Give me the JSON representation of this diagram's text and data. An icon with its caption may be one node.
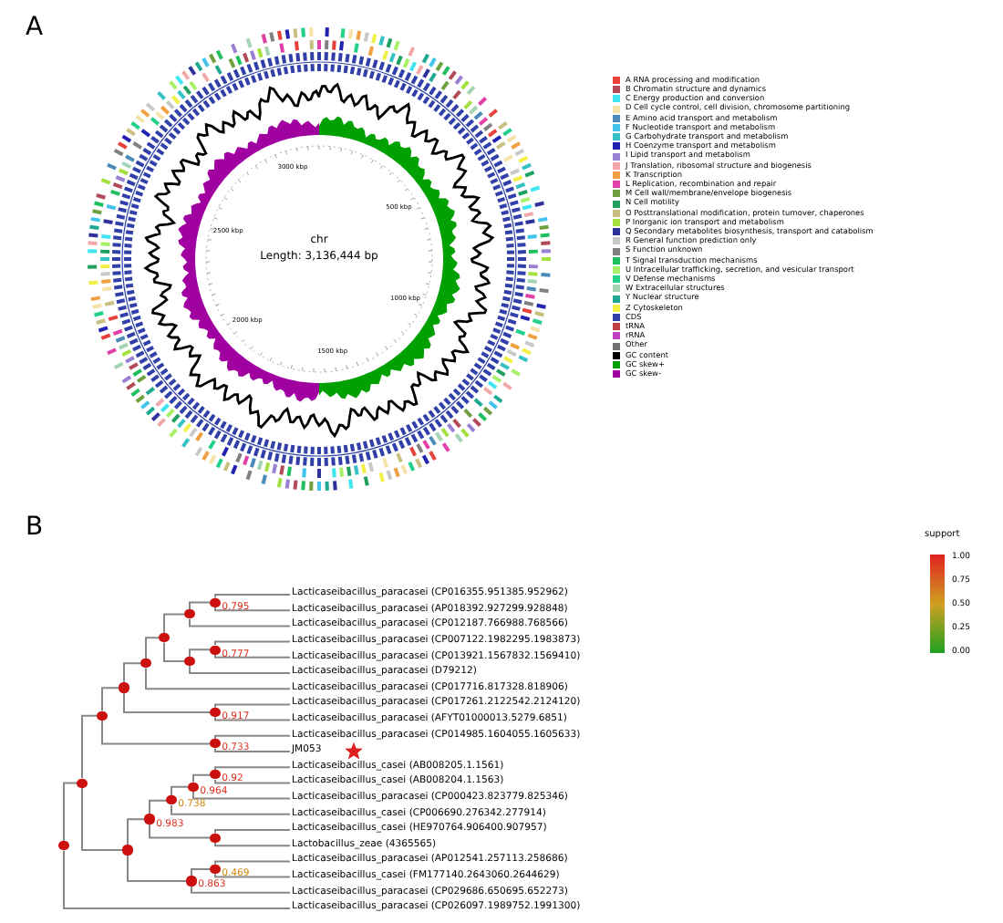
{
  "diagram": {
    "nodes": [
      {
        "text": [
          "Lacticaseibacillus_paracasei (CP016355.951385.952962)"
        ]
      },
      {
        "text": [
          "Lacticaseibacillus_paracasei (AP018392.927299.928848)"
        ]
      },
      {
        "text": [
          "Lacticaseibacillus_paracasei (CP012187.766988.768566)"
        ]
      },
      {
        "text": [
          "Lacticaseibacillus_paracasei (CP007122.1982295.1983873)"
        ]
      },
      {
        "text": [
          "Lacticaseibacillus_paracasei (CP013921.1567832.1569410)"
        ]
      },
      {
        "text": [
          "Lacticaseibacillus_paracasei (D79212)"
        ]
      },
      {
        "text": [
          "Lacticaseibacillus_paracasei (CP017716.817328.818906)"
        ]
      },
      {
        "text": [
          "Lacticaseibacillus_paracasei (CP017261.2122542.2124120)"
        ]
      },
      {
        "text": [
          "Lacticaseibacillus_paracasei (AFYT01000013.5279.6851)"
        ]
      },
      {
        "text": [
          "Lacticaseibacillus_paracasei (CP014985.1604055.1605633)"
        ]
      },
      {
        "text": [
          "JM053"
        ]
      },
      {
        "text": [
          "Lacticaseibacillus_casei (AB008205.1.1561)"
        ]
      },
      {
        "text": [
          "Lacticaseibacillus_casei (AB008204.1.1563)"
        ]
      },
      {
        "text": [
          "Lacticaseibacillus_paracasei (CP000423.823779.825346)"
        ]
      },
      {
        "text": [
          "Lacticaseibacillus_casei (CP006690.276342.277914)"
        ]
      },
      {
        "text": [
          "Lacticaseibacillus_casei (HE970764.906400.907957)"
        ]
      },
      {
        "text": [
          "Lactobacillus_zeae (4365565)"
        ]
      },
      {
        "text": [
          "Lacticaseibacillus_paracasei (AP012541.257113.258686)"
        ]
      },
      {
        "text": [
          "Lacticaseibacillus_casei (FM177140.2643060.2644629)"
        ]
      },
      {
        "text": [
          "Lacticaseibacillus_paracasei (CP029686.650695.652273)"
        ]
      },
      {
        "text": [
          "Lacticaseibacillus_paracasei (CP026097.1989752.1991300)"
        ]
      },
      {
        "text": [],
        "shape": "circle",
        "beside": [
          "0.795"
        ]
      },
      {
        "text": [],
        "shape": "circle"
      },
      {
        "text": [],
        "shape": "circle",
        "beside": [
          "0.777"
        ]
      },
      {
        "text": [],
        "shape": "circle"
      },
      {
        "text": [],
        "shape": "circle"
      },
      {
        "text": [],
        "shape": "circle"
      },
      {
        "text": [],
        "shape": "circle",
        "beside": [
          "0.917"
        ]
      },
      {
        "text": [],
        "shape": "circle"
      },
      {
        "text": [],
        "shape": "circle",
        "beside": [
          "0.733"
        ]
      },
      {
        "text": [],
        "shape": "circle"
      },
      {
        "text": [],
        "shape": "circle",
        "beside": [
          "0.92"
        ]
      },
      {
        "text": [],
        "shape": "circle",
        "beside": [
          "0.964"
        ]
      },
      {
        "text": [],
        "shape": "circle",
        "beside": [
          "0.738"
        ]
      },
      {
        "text": [],
        "shape": "circle"
      },
      {
        "text": [],
        "shape": "circle",
        "beside": [
          "0.983"
        ]
      },
      {
        "text": [],
        "shape": "circle",
        "beside": [
          "0.469"
        ]
      },
      {
        "text": [],
        "shape": "circle",
        "beside": [
          "0.863"
        ]
      },
      {
        "text": [],
        "shape": "circle"
      },
      {
        "text": [],
        "shape": "circle"
      },
      {
        "text": [],
        "shape": "circle"
      }
    ],
    "edges": [
      {
        "from": 21,
        "to": 0,
        "arrow": "none"
      },
      {
        "from": 21,
        "to": 1,
        "arrow": "none"
      },
      {
        "from": 22,
        "to": 21,
        "arrow": "none"
      },
      {
        "from": 22,
        "to": 2,
        "arrow": "none"
      },
      {
        "from": 23,
        "to": 3,
        "arrow": "none"
      },
      {
        "from": 23,
        "to": 4,
        "arrow": "none"
      },
      {
        "from": 24,
        "to": 23,
        "arrow": "none"
      },
      {
        "from": 24,
        "to": 5,
        "arrow": "none"
      },
      {
        "from": 25,
        "to": 22,
        "arrow": "none"
      },
      {
        "from": 25,
        "to": 24,
        "arrow": "none"
      },
      {
        "from": 26,
        "to": 25,
        "arrow": "none"
      },
      {
        "from": 26,
        "to": 6,
        "arrow": "none"
      },
      {
        "from": 27,
        "to": 7,
        "arrow": "none"
      },
      {
        "from": 27,
        "to": 8,
        "arrow": "none"
      },
      {
        "from": 28,
        "to": 26,
        "arrow": "none"
      },
      {
        "from": 28,
        "to": 27,
        "arrow": "none"
      },
      {
        "from": 29,
        "to": 9,
        "arrow": "none"
      },
      {
        "from": 29,
        "to": 10,
        "arrow": "none"
      },
      {
        "from": 30,
        "to": 28,
        "arrow": "none"
      },
      {
        "from": 30,
        "to": 29,
        "arrow": "none"
      },
      {
        "from": 31,
        "to": 11,
        "arrow": "none"
      },
      {
        "from": 31,
        "to": 12,
        "arrow": "none"
      },
      {
        "from": 32,
        "to": 31,
        "arrow": "none"
      },
      {
        "from": 32,
        "to": 13,
        "arrow": "none"
      },
      {
        "from": 33,
        "to": 32,
        "arrow": "none"
      },
      {
        "from": 33,
        "to": 14,
        "arrow": "none"
      },
      {
        "from": 34,
        "to": 15,
        "arrow": "none"
      },
      {
        "from": 34,
        "to": 16,
        "arrow": "none"
      },
      {
        "from": 35,
        "to": 33,
        "arrow": "none"
      },
      {
        "from": 35,
        "to": 34,
        "arrow": "none"
      },
      {
        "from": 36,
        "to": 17,
        "arrow": "none"
      },
      {
        "from": 36,
        "to": 18,
        "arrow": "none"
      },
      {
        "from": 37,
        "to": 36,
        "arrow": "none"
      },
      {
        "from": 37,
        "to": 19,
        "arrow": "none"
      },
      {
        "from": 38,
        "to": 35,
        "arrow": "none"
      },
      {
        "from": 38,
        "to": 37,
        "arrow": "none"
      },
      {
        "from": 39,
        "to": 30,
        "arrow": "none"
      },
      {
        "from": 39,
        "to": 38,
        "arrow": "none"
      },
      {
        "from": 40,
        "to": 39,
        "arrow": "none"
      },
      {
        "from": 40,
        "to": 20,
        "arrow": "none"
      }
    ],
    "labels": [
      "A",
      "chr",
      "Length: 3,136,444 bp",
      "500 kbp",
      "1000 kbp",
      "1500 kbp",
      "2000 kbp",
      "2500 kbp",
      "3000 kbp",
      "B",
      "support",
      "1.00",
      "0.75",
      "0.50",
      "0.25",
      "0.00"
    ],
    "legend": [
      {
        "text": "A RNA processing and modification",
        "color": "#e8413c"
      },
      {
        "text": "B Chromatin structure and dynamics",
        "color": "#b34a5a"
      },
      {
        "text": "C Energy production and conversion",
        "color": "#3ee6f2"
      },
      {
        "text": "D Cell cycle control, cell division, chromosome partitioning",
        "color": "#f5e2a8"
      },
      {
        "text": "E Amino acid transport and metabolism",
        "color": "#4a8ab8"
      },
      {
        "text": "F Nucleotide transport and metabolism",
        "color": "#40c4ec"
      },
      {
        "text": "G Carbohydrate transport and metabolism",
        "color": "#36c2c4"
      },
      {
        "text": "H Coenzyme transport and metabolism",
        "color": "#2222b0"
      },
      {
        "text": "I Lipid transport and metabolism",
        "color": "#9a80d4"
      },
      {
        "text": "J Translation, ribosomal structure and biogenesis",
        "color": "#f2a8a8"
      },
      {
        "text": "K Transcription",
        "color": "#f0a040"
      },
      {
        "text": "L Replication, recombination and repair",
        "color": "#e040a8"
      },
      {
        "text": "M Cell wall/membrane/envelope biogenesis",
        "color": "#6fa040"
      },
      {
        "text": "N Cell motility",
        "color": "#20a060"
      },
      {
        "text": "O Posttranslational modification, protein turnover, chaperones",
        "color": "#c8c080"
      },
      {
        "text": "P Inorganic ion transport and metabolism",
        "color": "#a4e040"
      },
      {
        "text": "Q Secondary metabolites biosynthesis, transport and catabolism",
        "color": "#30309c"
      },
      {
        "text": "R General function prediction only",
        "color": "#c8c8c8"
      },
      {
        "text": "S Function unknown",
        "color": "#808080"
      },
      {
        "text": "T Signal transduction mechanisms",
        "color": "#20c060"
      },
      {
        "text": "U Intracellular trafficking, secretion, and vesicular transport",
        "color": "#a8f068"
      },
      {
        "text": "V Defense mechanisms",
        "color": "#22d08a"
      },
      {
        "text": "W Extracellular structures",
        "color": "#a4d4b4"
      },
      {
        "text": "Y Nuclear structure",
        "color": "#20a890"
      },
      {
        "text": "Z Cytoskeleton",
        "color": "#f2f044"
      },
      {
        "text": "CDS",
        "color": "#3040a8"
      },
      {
        "text": "tRNA",
        "color": "#c04040"
      },
      {
        "text": "rRNA",
        "color": "#c040c0"
      },
      {
        "text": "Other",
        "color": "#707070"
      },
      {
        "text": "GC content",
        "color": "#000000"
      },
      {
        "text": "GC skew+",
        "color": "#00a000"
      },
      {
        "text": "GC skew-",
        "color": "#a000a0"
      }
    ]
  }
}
